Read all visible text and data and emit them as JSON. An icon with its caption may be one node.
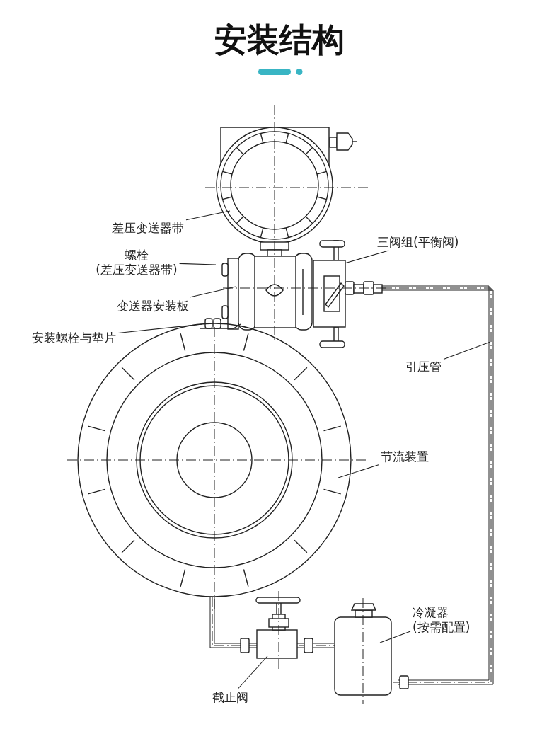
{
  "diagram": {
    "title": "安装结构",
    "nodes": [
      {
        "text": [
          "差压变送器带"
        ]
      },
      {
        "text": [
          "螺栓(差压变送器带)"
        ]
      },
      {
        "text": [
          "变送器安装板"
        ]
      },
      {
        "text": [
          "安装螺栓与垫片"
        ]
      },
      {
        "text": [
          "三阀组(平衡阀)"
        ]
      },
      {
        "text": [
          "引压管"
        ]
      },
      {
        "text": [
          "节流装置"
        ]
      },
      {
        "text": [
          "冷凝器(按需配置)"
        ]
      },
      {
        "text": [
          "截止阀"
        ]
      }
    ],
    "edges": [
      {
        "from": 0,
        "to": null,
        "arrow": "none"
      },
      {
        "from": 1,
        "to": null,
        "arrow": "none"
      },
      {
        "from": 2,
        "to": null,
        "arrow": "none"
      },
      {
        "from": 3,
        "to": null,
        "arrow": "none"
      },
      {
        "from": 4,
        "to": null,
        "arrow": "none"
      },
      {
        "from": 5,
        "to": null,
        "arrow": "none"
      },
      {
        "from": 6,
        "to": null,
        "arrow": "none"
      },
      {
        "from": 7,
        "to": null,
        "arrow": "none"
      },
      {
        "from": 8,
        "to": null,
        "arrow": "none"
      }
    ]
  }
}
